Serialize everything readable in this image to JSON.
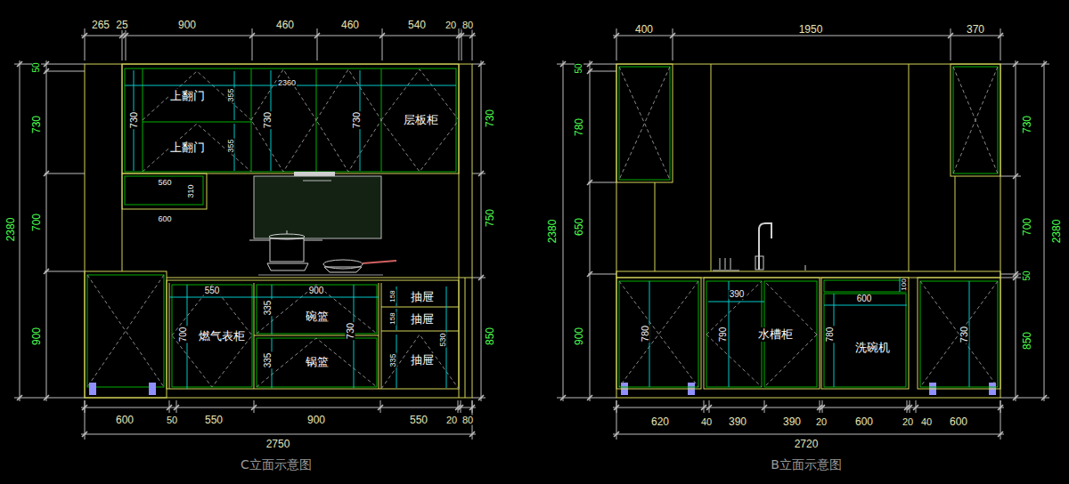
{
  "diagram": {
    "nodes": [
      {
        "text": [
          "上翻门"
        ]
      },
      {
        "text": [
          "上翻门"
        ]
      },
      {
        "text": [
          "层板柜"
        ]
      },
      {
        "text": [
          "燃气表柜"
        ]
      },
      {
        "text": [
          "碗篮"
        ]
      },
      {
        "text": [
          "抽屉"
        ]
      },
      {
        "text": [
          "抽屉"
        ]
      },
      {
        "text": [
          "锅篮"
        ]
      },
      {
        "text": [
          "抽屉"
        ]
      },
      {
        "text": [
          "水槽柜"
        ]
      },
      {
        "text": [
          "洗碗机"
        ]
      }
    ],
    "labels": [
      "265",
      "25",
      "900",
      "460",
      "460",
      "540",
      "20",
      "80",
      "2380",
      "50",
      "730",
      "700",
      "900",
      "355",
      "2360",
      "730",
      "355",
      "730",
      "730",
      "730",
      "750",
      "850",
      "560",
      "310",
      "600",
      "550",
      "900",
      "700",
      "335",
      "730",
      "335",
      "158",
      "158",
      "530",
      "335",
      "600",
      "50",
      "550",
      "900",
      "550",
      "20",
      "80",
      "2750",
      "C立面示意图",
      "400",
      "1950",
      "370",
      "2380",
      "50",
      "780",
      "650",
      "900",
      "730",
      "700",
      "50",
      "850",
      "2380",
      "780",
      "390",
      "790",
      "100",
      "600",
      "780",
      "730",
      "620",
      "40",
      "390",
      "390",
      "20",
      "600",
      "20",
      "40",
      "600",
      "2720",
      "B立面示意图"
    ]
  }
}
